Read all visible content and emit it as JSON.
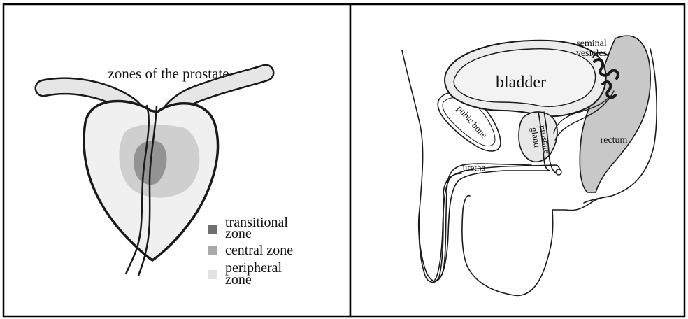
{
  "left_panel": {
    "title": "zones of the prostate",
    "legend": [
      {
        "lines": [
          "transitional",
          "zone"
        ],
        "color": "#6f6f6f"
      },
      {
        "lines": [
          "central zone"
        ],
        "color": "#a9a9a9"
      },
      {
        "lines": [
          "peripheral",
          "zone"
        ],
        "color": "#e2e2e2"
      }
    ]
  },
  "right_panel": {
    "labels": {
      "bladder": "bladder",
      "seminal_1": "seminal",
      "seminal_2": "vesicles",
      "pubic_bone": "pubic bone",
      "prostate_1": "prostate",
      "prostate_2": "gland",
      "rectum": "rectum",
      "urethra": "uretha"
    },
    "colors": {
      "bladder_fill": "#ececec",
      "rectum_fill": "#c8c8c8",
      "prostate_fill": "#e8e8e8"
    }
  }
}
